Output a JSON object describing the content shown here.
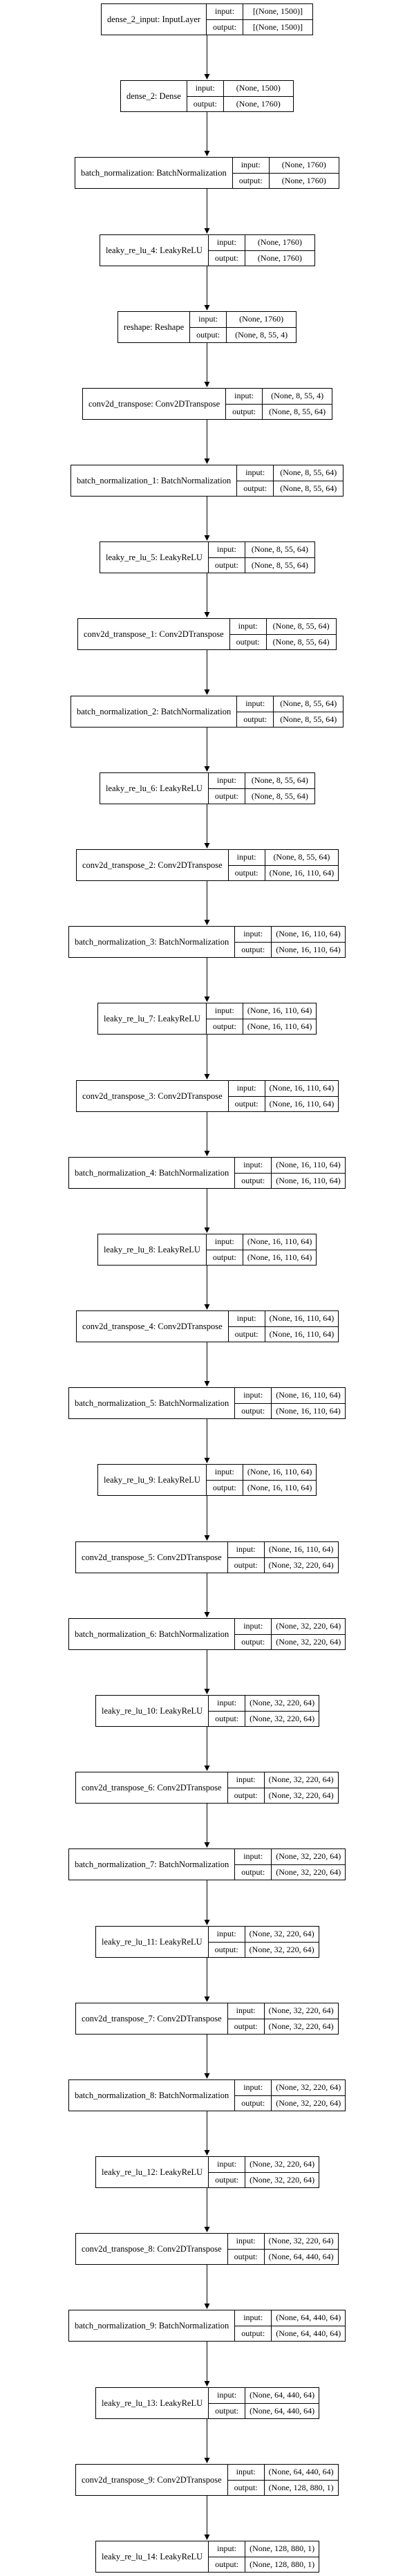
{
  "io_labels": {
    "input": "input:",
    "output": "output:"
  },
  "layers": [
    {
      "name": "dense_2_input: InputLayer",
      "input": "[(None, 1500)]",
      "output": "[(None, 1500)]"
    },
    {
      "name": "dense_2: Dense",
      "input": "(None, 1500)",
      "output": "(None, 1760)"
    },
    {
      "name": "batch_normalization: BatchNormalization",
      "input": "(None, 1760)",
      "output": "(None, 1760)"
    },
    {
      "name": "leaky_re_lu_4: LeakyReLU",
      "input": "(None, 1760)",
      "output": "(None, 1760)"
    },
    {
      "name": "reshape: Reshape",
      "input": "(None, 1760)",
      "output": "(None, 8, 55, 4)"
    },
    {
      "name": "conv2d_transpose: Conv2DTranspose",
      "input": "(None, 8, 55, 4)",
      "output": "(None, 8, 55, 64)"
    },
    {
      "name": "batch_normalization_1: BatchNormalization",
      "input": "(None, 8, 55, 64)",
      "output": "(None, 8, 55, 64)"
    },
    {
      "name": "leaky_re_lu_5: LeakyReLU",
      "input": "(None, 8, 55, 64)",
      "output": "(None, 8, 55, 64)"
    },
    {
      "name": "conv2d_transpose_1: Conv2DTranspose",
      "input": "(None, 8, 55, 64)",
      "output": "(None, 8, 55, 64)"
    },
    {
      "name": "batch_normalization_2: BatchNormalization",
      "input": "(None, 8, 55, 64)",
      "output": "(None, 8, 55, 64)"
    },
    {
      "name": "leaky_re_lu_6: LeakyReLU",
      "input": "(None, 8, 55, 64)",
      "output": "(None, 8, 55, 64)"
    },
    {
      "name": "conv2d_transpose_2: Conv2DTranspose",
      "input": "(None, 8, 55, 64)",
      "output": "(None, 16, 110, 64)"
    },
    {
      "name": "batch_normalization_3: BatchNormalization",
      "input": "(None, 16, 110, 64)",
      "output": "(None, 16, 110, 64)"
    },
    {
      "name": "leaky_re_lu_7: LeakyReLU",
      "input": "(None, 16, 110, 64)",
      "output": "(None, 16, 110, 64)"
    },
    {
      "name": "conv2d_transpose_3: Conv2DTranspose",
      "input": "(None, 16, 110, 64)",
      "output": "(None, 16, 110, 64)"
    },
    {
      "name": "batch_normalization_4: BatchNormalization",
      "input": "(None, 16, 110, 64)",
      "output": "(None, 16, 110, 64)"
    },
    {
      "name": "leaky_re_lu_8: LeakyReLU",
      "input": "(None, 16, 110, 64)",
      "output": "(None, 16, 110, 64)"
    },
    {
      "name": "conv2d_transpose_4: Conv2DTranspose",
      "input": "(None, 16, 110, 64)",
      "output": "(None, 16, 110, 64)"
    },
    {
      "name": "batch_normalization_5: BatchNormalization",
      "input": "(None, 16, 110, 64)",
      "output": "(None, 16, 110, 64)"
    },
    {
      "name": "leaky_re_lu_9: LeakyReLU",
      "input": "(None, 16, 110, 64)",
      "output": "(None, 16, 110, 64)"
    },
    {
      "name": "conv2d_transpose_5: Conv2DTranspose",
      "input": "(None, 16, 110, 64)",
      "output": "(None, 32, 220, 64)"
    },
    {
      "name": "batch_normalization_6: BatchNormalization",
      "input": "(None, 32, 220, 64)",
      "output": "(None, 32, 220, 64)"
    },
    {
      "name": "leaky_re_lu_10: LeakyReLU",
      "input": "(None, 32, 220, 64)",
      "output": "(None, 32, 220, 64)"
    },
    {
      "name": "conv2d_transpose_6: Conv2DTranspose",
      "input": "(None, 32, 220, 64)",
      "output": "(None, 32, 220, 64)"
    },
    {
      "name": "batch_normalization_7: BatchNormalization",
      "input": "(None, 32, 220, 64)",
      "output": "(None, 32, 220, 64)"
    },
    {
      "name": "leaky_re_lu_11: LeakyReLU",
      "input": "(None, 32, 220, 64)",
      "output": "(None, 32, 220, 64)"
    },
    {
      "name": "conv2d_transpose_7: Conv2DTranspose",
      "input": "(None, 32, 220, 64)",
      "output": "(None, 32, 220, 64)"
    },
    {
      "name": "batch_normalization_8: BatchNormalization",
      "input": "(None, 32, 220, 64)",
      "output": "(None, 32, 220, 64)"
    },
    {
      "name": "leaky_re_lu_12: LeakyReLU",
      "input": "(None, 32, 220, 64)",
      "output": "(None, 32, 220, 64)"
    },
    {
      "name": "conv2d_transpose_8: Conv2DTranspose",
      "input": "(None, 32, 220, 64)",
      "output": "(None, 64, 440, 64)"
    },
    {
      "name": "batch_normalization_9: BatchNormalization",
      "input": "(None, 64, 440, 64)",
      "output": "(None, 64, 440, 64)"
    },
    {
      "name": "leaky_re_lu_13: LeakyReLU",
      "input": "(None, 64, 440, 64)",
      "output": "(None, 64, 440, 64)"
    },
    {
      "name": "conv2d_transpose_9: Conv2DTranspose",
      "input": "(None, 64, 440, 64)",
      "output": "(None, 128, 880, 1)"
    },
    {
      "name": "leaky_re_lu_14: LeakyReLU",
      "input": "(None, 128, 880, 1)",
      "output": "(None, 128, 880, 1)"
    }
  ]
}
